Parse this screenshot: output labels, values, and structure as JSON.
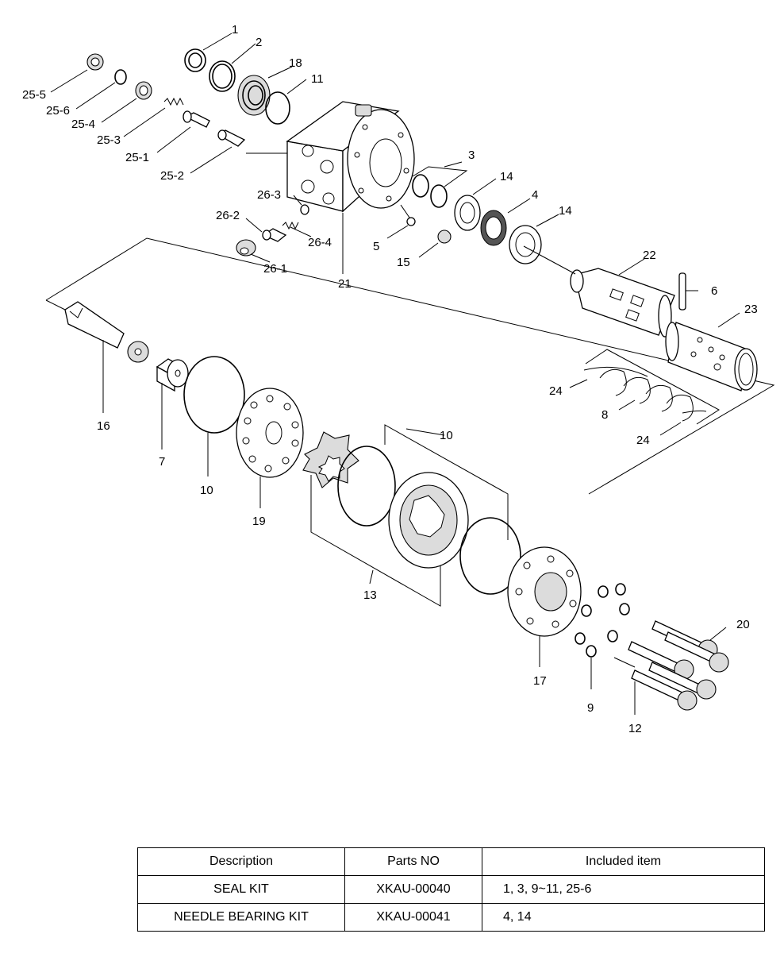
{
  "callouts": {
    "c1": "1",
    "c2": "2",
    "c18": "18",
    "c11": "11",
    "c25_5": "25-5",
    "c25_6": "25-6",
    "c25_4": "25-4",
    "c25_3": "25-3",
    "c25_1": "25-1",
    "c25_2": "25-2",
    "c3": "3",
    "c14a": "14",
    "c4": "4",
    "c14b": "14",
    "c26_3": "26-3",
    "c26_2": "26-2",
    "c26_4": "26-4",
    "c26_1": "26-1",
    "c5": "5",
    "c15": "15",
    "c21": "21",
    "c22": "22",
    "c6": "6",
    "c23": "23",
    "c16": "16",
    "c7": "7",
    "c10a": "10",
    "c19": "19",
    "c10b": "10",
    "c13": "13",
    "c24a": "24",
    "c8": "8",
    "c24b": "24",
    "c20": "20",
    "c17": "17",
    "c9": "9",
    "c12": "12"
  },
  "parts_table": {
    "headers": [
      "Description",
      "Parts NO",
      "Included item"
    ],
    "rows": [
      {
        "description": "SEAL KIT",
        "parts_no": "XKAU-00040",
        "included": "1, 3, 9~11, 25-6"
      },
      {
        "description": "NEEDLE BEARING KIT",
        "parts_no": "XKAU-00041",
        "included": "4, 14"
      }
    ]
  }
}
